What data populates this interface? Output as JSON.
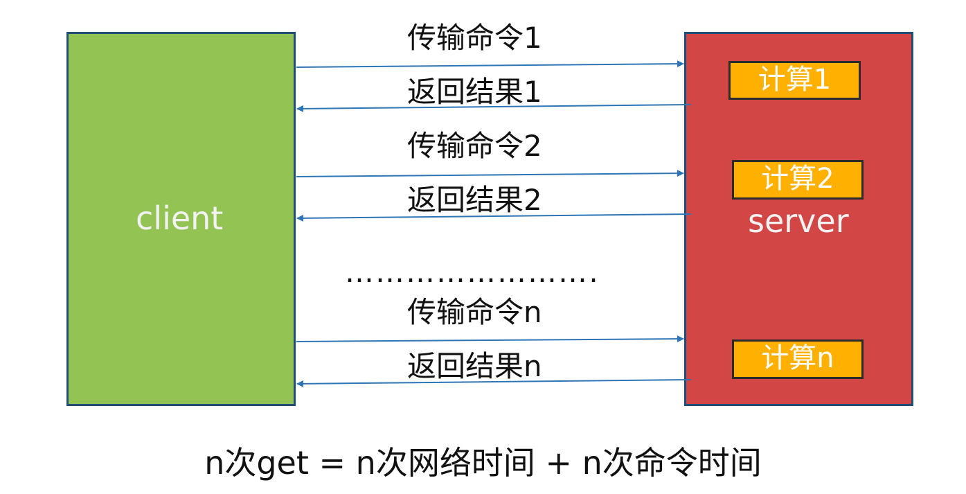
{
  "client": {
    "label": "client"
  },
  "server": {
    "label": "server"
  },
  "computations": [
    "计算1",
    "计算2",
    "计算n"
  ],
  "messages": [
    {
      "command": "传输命令1",
      "result": "返回结果1"
    },
    {
      "command": "传输命令2",
      "result": "返回结果2"
    },
    {
      "command": "传输命令n",
      "result": "返回结果n"
    }
  ],
  "ellipsis": "…………………………",
  "formula": "n次get = n次网络时间 + n次命令时间",
  "colors": {
    "client_fill": "#92c353",
    "server_fill": "#d24646",
    "box_border": "#1f4e79",
    "calc_fill": "#ffb000",
    "arrow": "#2e75b6"
  }
}
